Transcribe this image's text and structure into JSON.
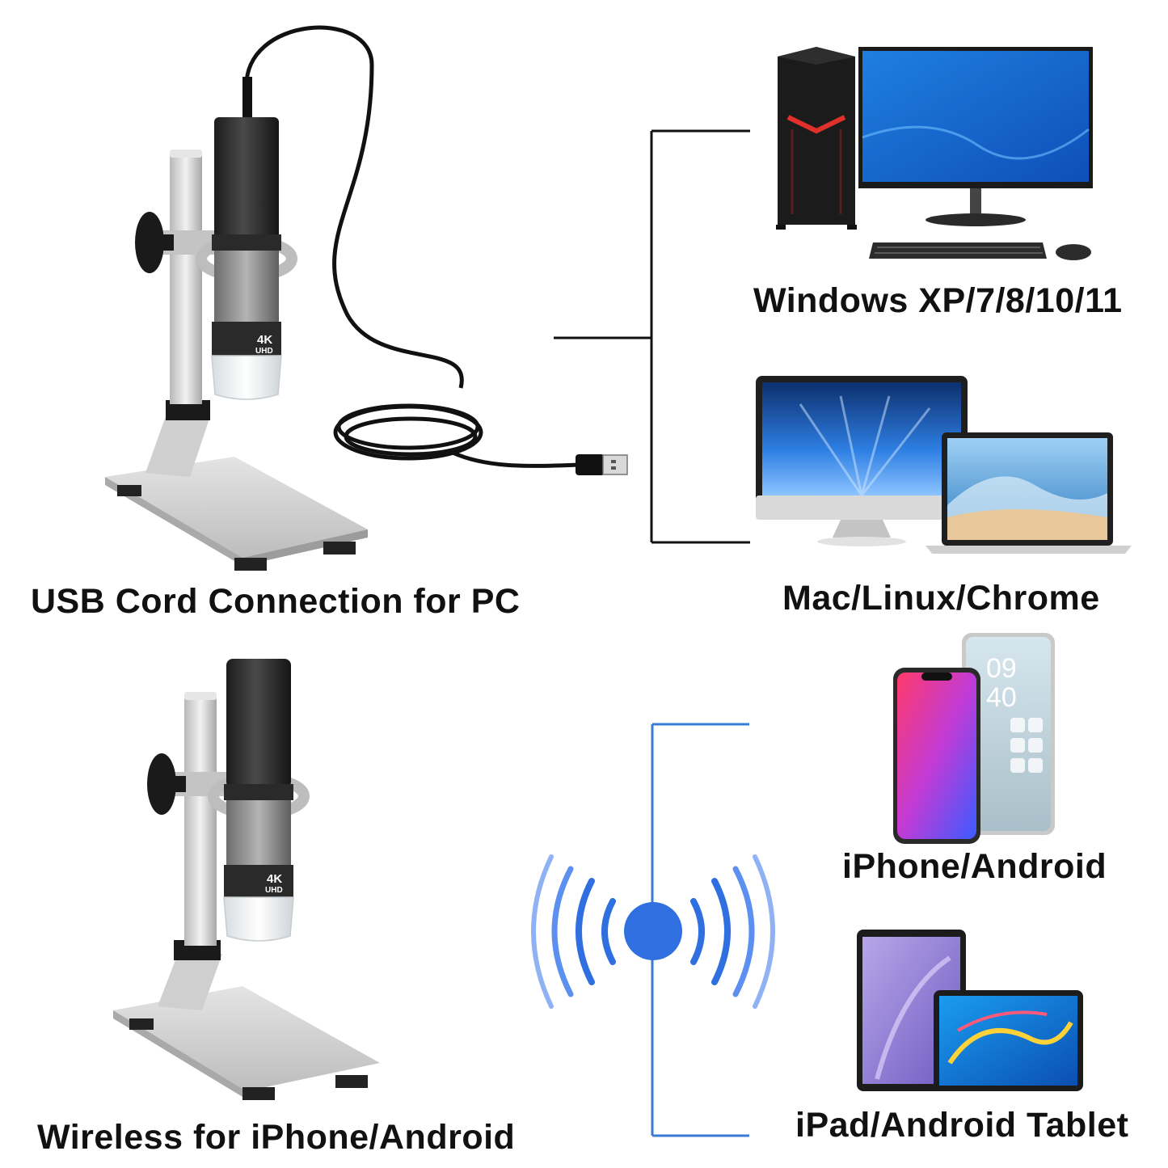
{
  "labels": {
    "usb_connection": "USB Cord Connection for PC",
    "wireless_connection": "Wireless for iPhone/Android",
    "windows": "Windows XP/7/8/10/11",
    "mac": "Mac/Linux/Chrome",
    "phones": "iPhone/Android",
    "tablets": "iPad/Android Tablet"
  },
  "microscope_badge": {
    "top": "4K",
    "bottom": "UHD"
  },
  "phone_clock": {
    "hour": "09",
    "minute": "40"
  },
  "colors": {
    "wired_bracket": "#111111",
    "wireless_bracket": "#3a7bd5",
    "wifi_dot": "#2f6fe0",
    "wifi_waves": "#2f6fe0"
  },
  "icons": [
    "usb-plug-icon",
    "wifi-signal-icon",
    "desktop-pc-icon",
    "imac-icon",
    "laptop-icon",
    "smartphone-icon",
    "tablet-icon"
  ]
}
